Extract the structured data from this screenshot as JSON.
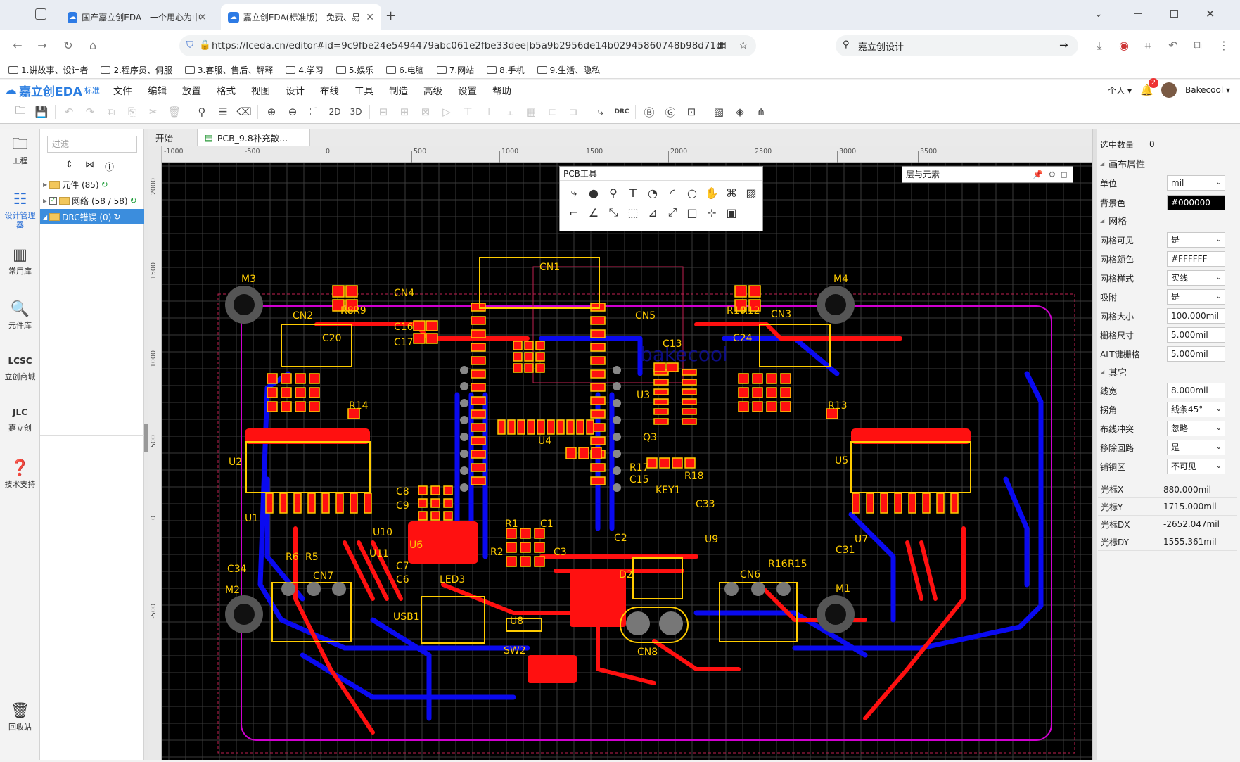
{
  "browser": {
    "tabs": [
      {
        "title": "国产嘉立创EDA - 一个用心为中"
      },
      {
        "title": "嘉立创EDA(标准版) - 免费、易"
      }
    ],
    "new_tab": "+",
    "url": "https://lceda.cn/editor#id=9c9fbe24e5494479abc061e2fbe33dee|b5a9b2956de14b02945860748b98d71d",
    "search_text": "嘉立创设计",
    "bookmarks": [
      "1.讲故事、设计者",
      "2.程序员、伺服",
      "3.客服、售后、解释",
      "4.学习",
      "5.娱乐",
      "6.电脑",
      "7.网站",
      "8.手机",
      "9.生活、隐私"
    ]
  },
  "app": {
    "logo_text": "嘉立创EDA",
    "logo_edition": "标准",
    "menus": [
      "文件",
      "编辑",
      "放置",
      "格式",
      "视图",
      "设计",
      "布线",
      "工具",
      "制造",
      "高级",
      "设置",
      "帮助"
    ],
    "personal": "个人",
    "notifications": "2",
    "username": "Bakecool",
    "toolbar_2d": "2D",
    "toolbar_3d": "3D",
    "toolbar_drc": "DRC"
  },
  "left_nav": [
    {
      "icon": "folder-icon",
      "label": "工程"
    },
    {
      "icon": "design-manager-icon",
      "label": "设计管理器"
    },
    {
      "icon": "chip-icon",
      "label": "常用库"
    },
    {
      "icon": "search-component-icon",
      "label": "元件库"
    },
    {
      "icon": "lcsc-icon",
      "label": "立创商城"
    },
    {
      "icon": "jlc-icon",
      "label": "嘉立创"
    },
    {
      "icon": "help-icon",
      "label": "技术支持"
    },
    {
      "icon": "trash-icon",
      "label": "回收站"
    }
  ],
  "design_panel": {
    "filter_placeholder": "过滤",
    "tree": [
      {
        "label": "元件 (85)"
      },
      {
        "label": "网络 (58 / 58)"
      },
      {
        "label": "DRC错误 (0)"
      }
    ]
  },
  "doc_tabs": [
    {
      "label": "开始"
    },
    {
      "label": "PCB_9.8补充散..."
    }
  ],
  "ruler": {
    "top": [
      "-1000",
      "-500",
      "0",
      "500",
      "1000",
      "1500",
      "2000",
      "2500",
      "3000",
      "3500"
    ],
    "left": [
      "2000",
      "1500",
      "1000",
      "500",
      "0",
      "-500"
    ]
  },
  "pcb_tools": {
    "title": "PCB工具"
  },
  "layers_panel": {
    "title": "层与元素"
  },
  "pcb_labels": [
    "CN1",
    "M3",
    "M4",
    "M2",
    "M1",
    "CN2",
    "CN3",
    "CN4",
    "CN5",
    "CN6",
    "CN7",
    "CN8",
    "U1",
    "U2",
    "U3",
    "U4",
    "U5",
    "U6",
    "U7",
    "U8",
    "U9",
    "U10",
    "U11",
    "R14",
    "R13",
    "C16",
    "C17",
    "C20",
    "C24",
    "C13",
    "R8",
    "R9",
    "R10",
    "R12",
    "C8",
    "C9",
    "C7",
    "C6",
    "C3",
    "R1",
    "R2",
    "C1",
    "C2",
    "KEY1",
    "SW2",
    "USB1",
    "LED3",
    "D2",
    "R17",
    "R18",
    "C33",
    "C34",
    "C31",
    "R6",
    "R5",
    "R16",
    "R15",
    "C15",
    "Q3"
  ],
  "properties": {
    "selected_count_label": "选中数量",
    "selected_count": "0",
    "canvas_section": "画布属性",
    "unit_label": "单位",
    "unit": "mil",
    "bg_label": "背景色",
    "bg": "#000000",
    "grid_section": "网格",
    "grid_visible_label": "网格可见",
    "grid_visible": "是",
    "grid_color_label": "网格颜色",
    "grid_color": "#FFFFFF",
    "grid_style_label": "网格样式",
    "grid_style": "实线",
    "snap_label": "吸附",
    "snap": "是",
    "grid_size_label": "网格大小",
    "grid_size": "100.000mil",
    "snap_size_label": "栅格尺寸",
    "snap_size": "5.000mil",
    "alt_snap_label": "ALT键栅格",
    "alt_snap": "5.000mil",
    "other_section": "其它",
    "line_width_label": "线宽",
    "line_width": "8.000mil",
    "corner_label": "拐角",
    "corner": "线条45°",
    "conflict_label": "布线冲突",
    "conflict": "忽略",
    "remove_loop_label": "移除回路",
    "remove_loop": "是",
    "copper_label": "铺铜区",
    "copper": "不可见",
    "cursor_x_label": "光标X",
    "cursor_x": "880.000mil",
    "cursor_y_label": "光标Y",
    "cursor_y": "1715.000mil",
    "cursor_dx_label": "光标DX",
    "cursor_dx": "-2652.047mil",
    "cursor_dy_label": "光标DY",
    "cursor_dy": "1555.361mil"
  },
  "colors": {
    "top_layer": "#ff0000",
    "bottom_layer": "#0000ff",
    "silkscreen": "#ffcc00",
    "board_outline": "#ff00ff",
    "canvas_bg": "#000000"
  }
}
